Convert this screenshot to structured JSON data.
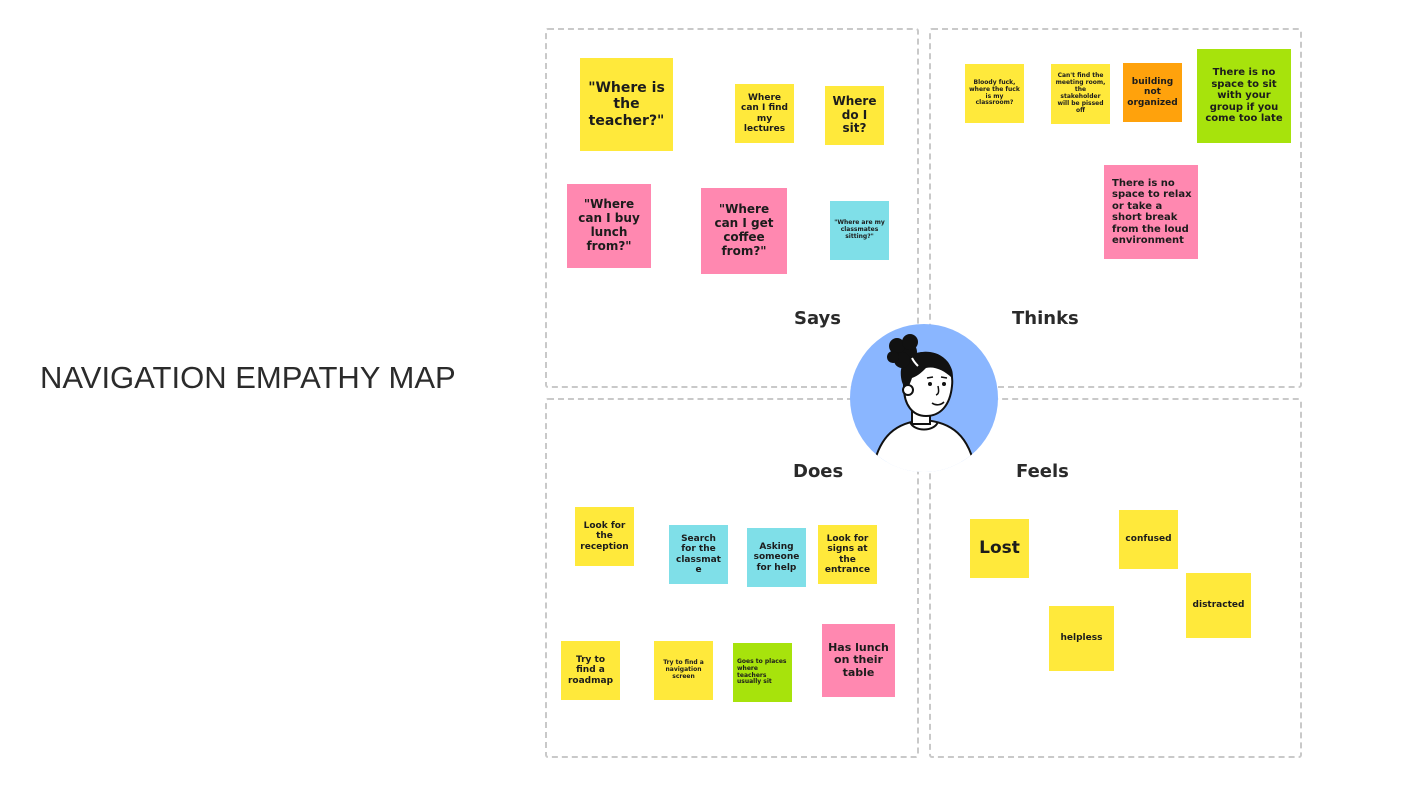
{
  "title": "NAVIGATION EMPATHY MAP",
  "colors": {
    "yellow": "#ffe93b",
    "pink": "#ff88b0",
    "cyan": "#7fdfe8",
    "lime": "#a7e30c",
    "orange": "#ffa20c",
    "avatar_bg": "#8ab6ff"
  },
  "quadrants": {
    "says": "Says",
    "thinks": "Thinks",
    "does": "Does",
    "feels": "Feels"
  },
  "avatar_icon": "person-icon",
  "notes": {
    "says": [
      {
        "text": "\"Where is the teacher?\"",
        "color": "yellow"
      },
      {
        "text": "Where can I find my lectures",
        "color": "yellow"
      },
      {
        "text": "Where do I sit?",
        "color": "yellow"
      },
      {
        "text": "\"Where can I buy lunch from?\"",
        "color": "pink"
      },
      {
        "text": "\"Where can I get coffee from?\"",
        "color": "pink"
      },
      {
        "text": "\"Where are my classmates sitting?\"",
        "color": "cyan"
      }
    ],
    "thinks": [
      {
        "text": "Bloody fuck, where the fuck is my classroom?",
        "color": "yellow"
      },
      {
        "text": "Can't find the meeting room, the stakeholder will be pissed off",
        "color": "yellow"
      },
      {
        "text": "building not organized",
        "color": "orange"
      },
      {
        "text": "There is no space to sit with your group if you come too late",
        "color": "lime"
      },
      {
        "text": "There is no space to relax or take a short break from the loud environment",
        "color": "pink"
      }
    ],
    "does": [
      {
        "text": "Look for the reception",
        "color": "yellow"
      },
      {
        "text": "Search for the classmate",
        "color": "cyan"
      },
      {
        "text": "Asking someone for help",
        "color": "cyan"
      },
      {
        "text": "Look for signs at the entrance",
        "color": "yellow"
      },
      {
        "text": "Try to find a roadmap",
        "color": "yellow"
      },
      {
        "text": "Try to find a navigation screen",
        "color": "yellow"
      },
      {
        "text": "Goes to places where teachers usually sit",
        "color": "lime"
      },
      {
        "text": "Has lunch on their table",
        "color": "pink"
      }
    ],
    "feels": [
      {
        "text": "Lost",
        "color": "yellow"
      },
      {
        "text": "confused",
        "color": "yellow"
      },
      {
        "text": "distracted",
        "color": "yellow"
      },
      {
        "text": "helpless",
        "color": "yellow"
      }
    ]
  }
}
